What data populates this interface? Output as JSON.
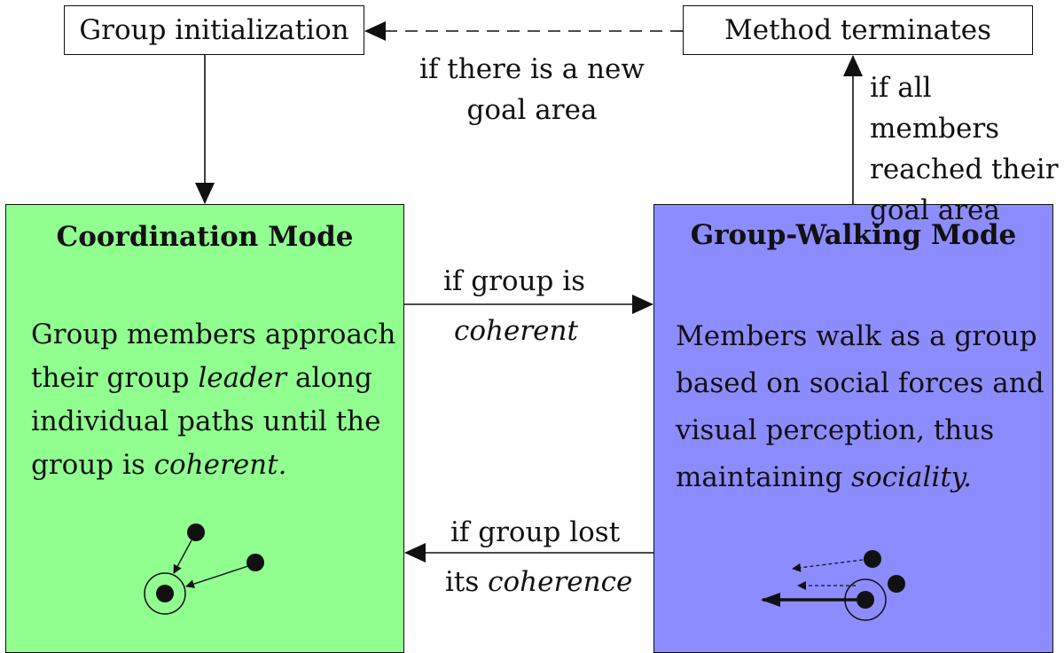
{
  "nodes": {
    "group_init": "Group initialization",
    "method_terminates": "Method terminates",
    "coordination": {
      "title": "Coordination Mode",
      "line1": "Group members approach",
      "line2_a": "their group ",
      "line2_em": "leader",
      "line2_b": " along",
      "line3": "individual paths until the",
      "line4_a": "group is ",
      "line4_em": "coherent.",
      "color": "#90ff90"
    },
    "group_walking": {
      "title": "Group-Walking Mode",
      "line1": "Members walk as a group",
      "line2": "based on social forces and",
      "line3": "visual perception, thus",
      "line4_a": "maintaining ",
      "line4_em": "sociality.",
      "color": "#8c8cff"
    }
  },
  "edges": {
    "new_goal": {
      "line1": "if there is a new",
      "line2": "goal area"
    },
    "all_reached": {
      "line1": "if all members",
      "line2": "reached their",
      "line3": "goal area"
    },
    "coherent": {
      "line1": "if group is",
      "line2_em": "coherent"
    },
    "lost": {
      "line1": "if group lost",
      "line2_a": "its ",
      "line2_em": "coherence"
    }
  }
}
